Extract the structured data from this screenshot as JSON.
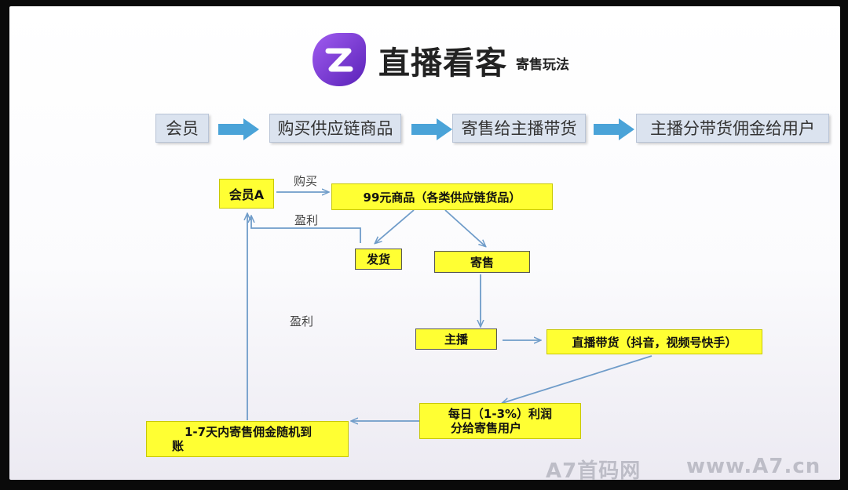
{
  "header": {
    "title": "直播看客",
    "subtitle": "寄售玩法",
    "logo_icon": "purple-z-logo-icon",
    "brand_color": "#7a3fd0"
  },
  "process": {
    "steps": [
      "会员",
      "购买供应链商品",
      "寄售给主播带货",
      "主播分带货佣金给用户"
    ],
    "arrow_color": "#4aa3d8"
  },
  "flow": {
    "member_a": "会员A",
    "buy_label": "购买",
    "product": "99元商品（各类供应链货品）",
    "profit_label_top": "盈利",
    "ship": "发货",
    "consign": "寄售",
    "profit_label_left": "盈利",
    "anchor": "主播",
    "live": "直播带货（抖音，视频号快手）",
    "daily_line1": "每日（1-3%）利润",
    "daily_line2": "分给寄售用户",
    "payout_line1": "1-7天内寄售佣金随机到",
    "payout_line2": "账",
    "box_color": "#ffff33",
    "line_color": "#6f9cc9"
  },
  "watermark": {
    "left": "A7首码网",
    "right": "www.A7.cn"
  }
}
